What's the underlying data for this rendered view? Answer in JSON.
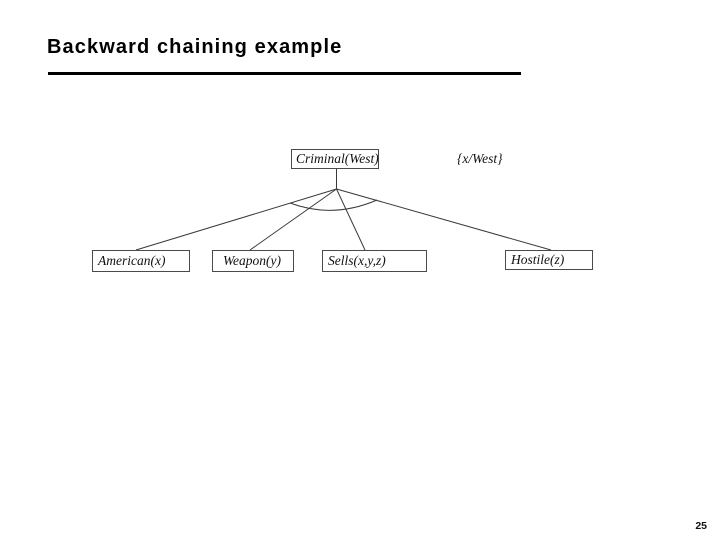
{
  "slide": {
    "title": "Backward chaining example",
    "page_number": "25"
  },
  "diagram": {
    "type": "and-tree",
    "substitution": "{x/West}",
    "root": {
      "label": "Criminal(West)"
    },
    "children": [
      {
        "label": "American(x)"
      },
      {
        "label": "Weapon(y)"
      },
      {
        "label": "Sells(x,y,z)"
      },
      {
        "label": "Hostile(z)"
      }
    ],
    "edges": [
      {
        "from": "Criminal(West)",
        "to": "American(x)"
      },
      {
        "from": "Criminal(West)",
        "to": "Weapon(y)"
      },
      {
        "from": "Criminal(West)",
        "to": "Sells(x,y,z)"
      },
      {
        "from": "Criminal(West)",
        "to": "Hostile(z)"
      }
    ],
    "and_arc": true,
    "colors": {
      "background": "#ffffff",
      "line": "#3a3a3a",
      "box_border": "#4a4a4a",
      "text": "#111111",
      "title": "#000000"
    }
  }
}
